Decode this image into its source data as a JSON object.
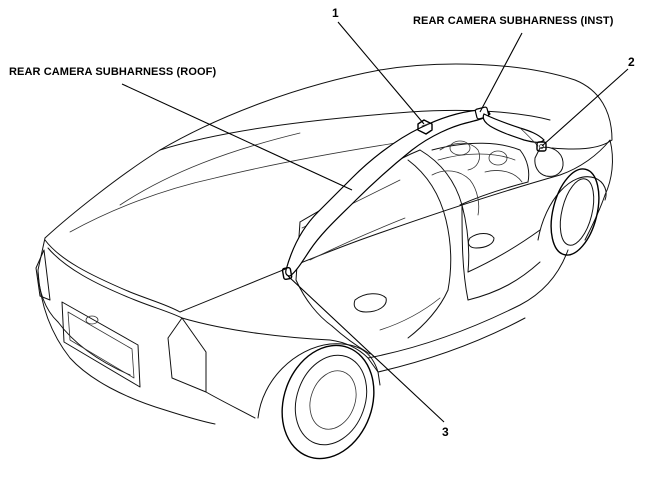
{
  "diagram": {
    "labels": {
      "roof_harness": "REAR CAMERA SUBHARNESS (ROOF)",
      "inst_harness": "REAR CAMERA SUBHARNESS (INST)"
    },
    "callouts": {
      "one": "1",
      "two": "2",
      "three": "3"
    }
  }
}
